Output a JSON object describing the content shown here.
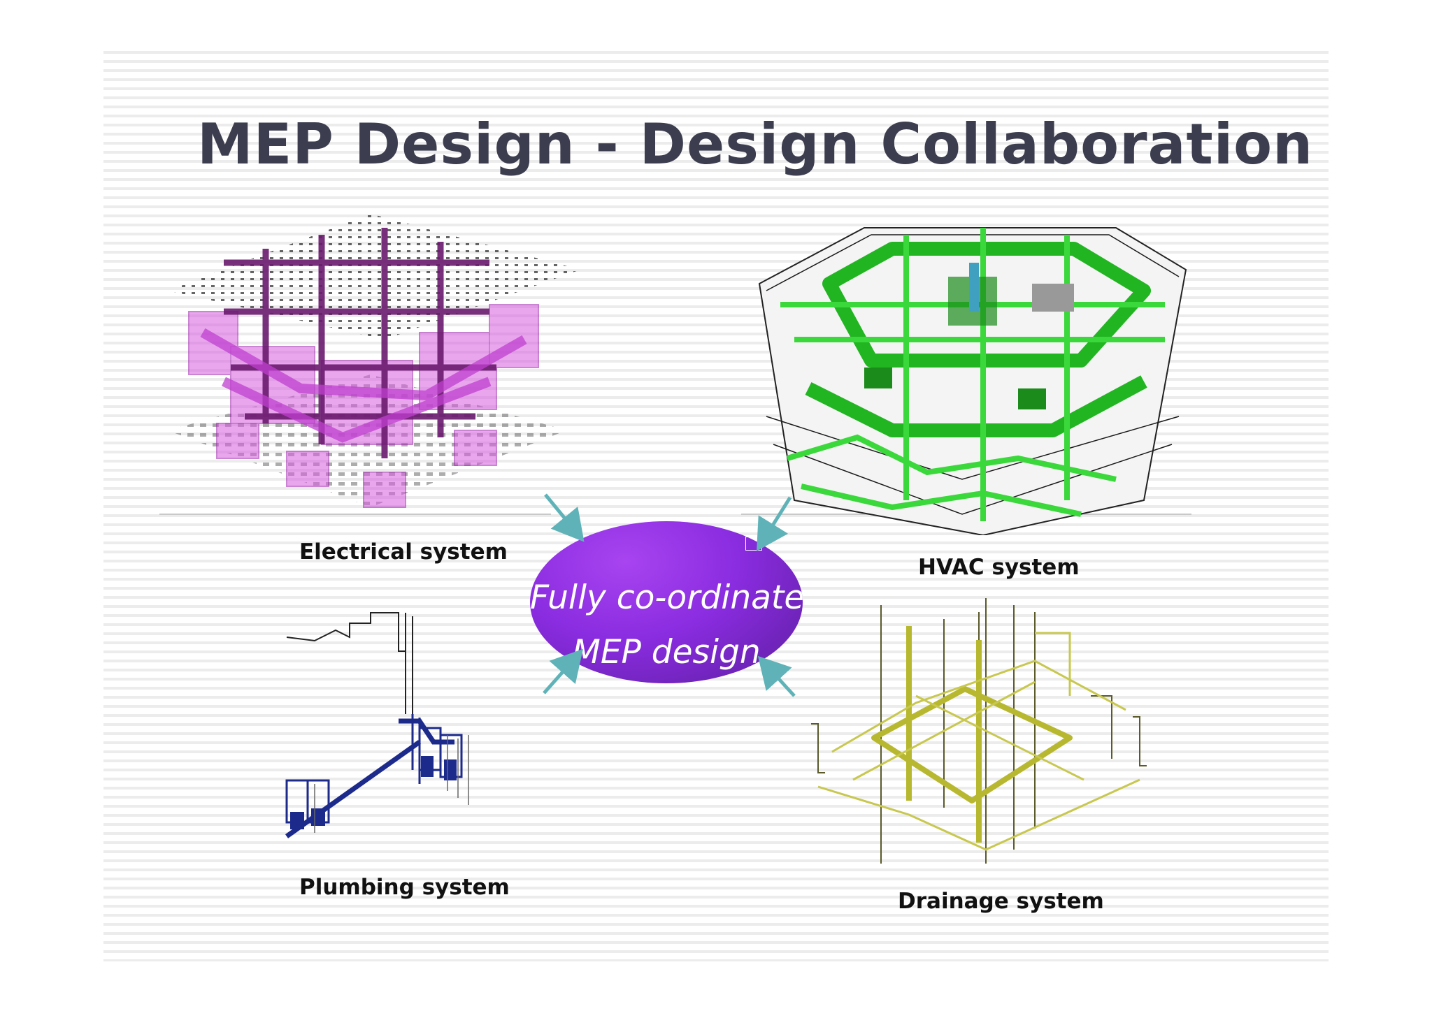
{
  "slide": {
    "title": "MEP Design - Design Collaboration"
  },
  "center": {
    "line1": "Fully co-ordinated",
    "line2": "MEP design",
    "color": "#8a2ce0"
  },
  "systems": {
    "electrical": {
      "label": "Electrical system",
      "color": "#b02ec0"
    },
    "hvac": {
      "label": "HVAC system",
      "color": "#22b522"
    },
    "plumbing": {
      "label": "Plumbing system",
      "color": "#1c2a8c"
    },
    "drainage": {
      "label": "Drainage system",
      "color": "#b8b830"
    }
  },
  "arrow_color": "#5fb3b8"
}
